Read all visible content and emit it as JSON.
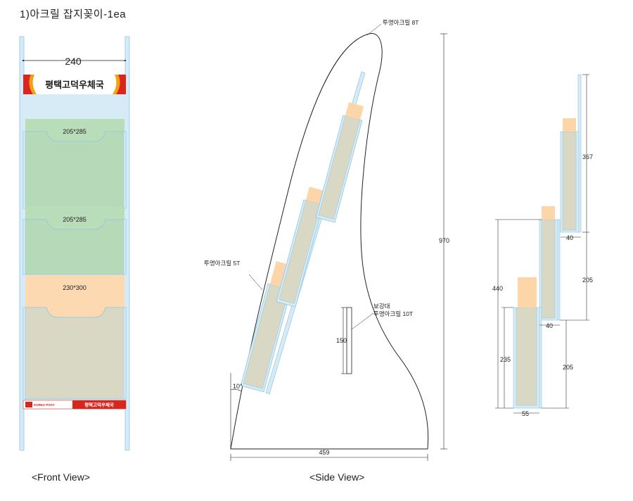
{
  "title": "1)아크릴 잡지꽂이-1ea",
  "captions": {
    "front": "<Front View>",
    "side": "<Side View>"
  },
  "front": {
    "width_dim": "240",
    "banner": "평택고덕우체국",
    "footer_logo": "KOREA POST",
    "footer_text": "평택고덕우체국",
    "pockets": [
      {
        "size": "205*285",
        "color": "#b9dcb9"
      },
      {
        "size": "205*285",
        "color": "#b9dcb9"
      },
      {
        "size": "230*300",
        "color": "#fcd9b1"
      }
    ]
  },
  "side": {
    "label_top_acrylic": "투명아크릴 8T",
    "label_pocket_acrylic": "투명아크릴 5T",
    "label_brace_1": "보강대",
    "label_brace_2": "투명아크릴 10T",
    "dim_height": "970",
    "dim_width": "459",
    "dim_brace": "150",
    "dim_angle": "10°"
  },
  "detail": {
    "dims": [
      "367",
      "40",
      "205",
      "440",
      "40",
      "235",
      "205",
      "55"
    ]
  },
  "colors": {
    "acrylic": "#d6ebf6",
    "acrylic_edge": "#8ec5e4",
    "insert": "#d8d8c4",
    "cap": "#fcd6a8",
    "banner_red": "#d9251c",
    "banner_orange": "#f4a10c"
  }
}
